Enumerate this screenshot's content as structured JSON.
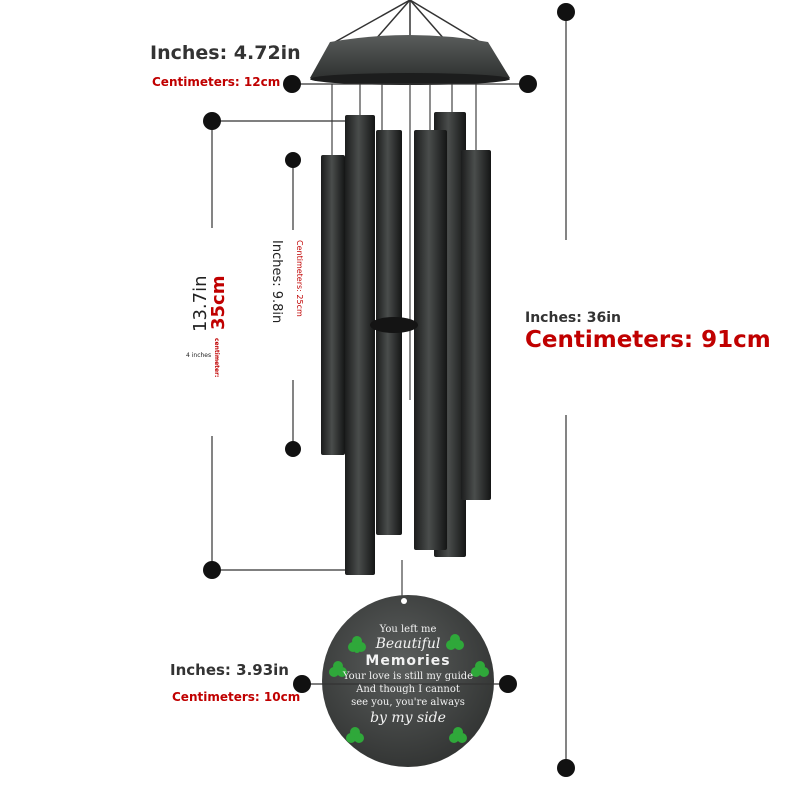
{
  "dimensions": {
    "top_width": {
      "inches": "Inches: 4.72in",
      "cm": "Centimeters: 12cm"
    },
    "total_length": {
      "inches": "Inches: 36in",
      "cm": "Centimeters: 91cm"
    },
    "long_tube": {
      "inches": "13.7in",
      "cm": "35cm",
      "small_inches": "4 inches",
      "small_cm": "centimeter:"
    },
    "short_tube": {
      "inches": "Inches: 9.8in",
      "cm": "Centimeters: 25cm"
    },
    "sail": {
      "inches": "Inches: 3.93in",
      "cm": "Centimeters: 10cm"
    }
  },
  "sail_text": {
    "line1": "You left me",
    "line2": "Beautiful",
    "line3": "Memories",
    "line4": "Your love is still my guide",
    "line5": "And though I cannot",
    "line6": "see you, you're always",
    "line7": "by my side"
  },
  "colors": {
    "tube": "#2b2d2c",
    "red": "#c00000",
    "text": "#333333",
    "shamrock": "#2fa83a"
  }
}
